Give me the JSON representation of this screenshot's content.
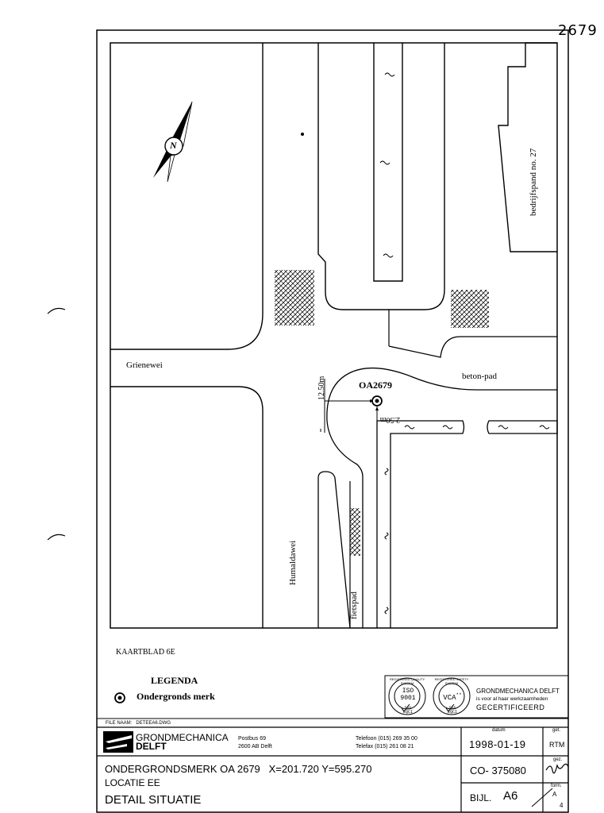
{
  "sheet": {
    "handwritten_number": "2679"
  },
  "map": {
    "north_label": "N",
    "streets": {
      "grienewei": "Grienewei",
      "humaldawei": "Humaldawei",
      "fietspad": "fietspad",
      "beton_pad": "beton-pad",
      "bedrijfspand": "bedrijfspand no. 27"
    },
    "marker": {
      "id": "OA2679",
      "dim_vertical": "12.50m",
      "dim_horizontal": "2.50m"
    },
    "kaartblad": "KAARTBLAD 6E"
  },
  "legend": {
    "title": "LEGENDA",
    "items": [
      {
        "symbol": "circle-dot-icon",
        "label": "Ondergronds merk"
      }
    ]
  },
  "certification": {
    "iso_line1": "ISO",
    "iso_line2": "9001",
    "iso_sub": "SGS",
    "iso_sub2": "EQCI",
    "iso_ring": "REGISTERED QUALITY SYSTEM",
    "vca_label": "VCA",
    "vca_stars": "**",
    "vca_sub": "SGS",
    "vca_sub2": "EQCI",
    "vca_ring": "REGISTERED SAFETY SYSTEM",
    "company": "GRONDMECHANICA DELFT",
    "statement": "is voor al haar werkzaamheden",
    "status": "GECERTIFICEERD"
  },
  "titleblock": {
    "file_label": "FILE NAAM:",
    "file_name": "DETEEA6.DWG",
    "company_line1": "GRONDMECHANICA",
    "company_line2": "DELFT",
    "postbus": "Postbus 69",
    "postcode": "2600 AB Delft",
    "telefoon": "Telefoon (015) 269 35 00",
    "telefax": "Telefax (015) 261 08 21",
    "datum_label": "datum",
    "datum": "1998-01-19",
    "get_label": "get.",
    "get_value": "RTM",
    "gez_label": "gez.",
    "description": "ONDERGRONDSMERK OA 2679   X=201.720 Y=595.270",
    "location": "LOCATIE EE",
    "detail": "DETAIL SITUATIE",
    "project_number": "CO- 375080",
    "bijl_label": "BIJL.",
    "bijl_value": "A6",
    "form_label": "form.",
    "form_top": "A",
    "form_bottom": "4"
  }
}
